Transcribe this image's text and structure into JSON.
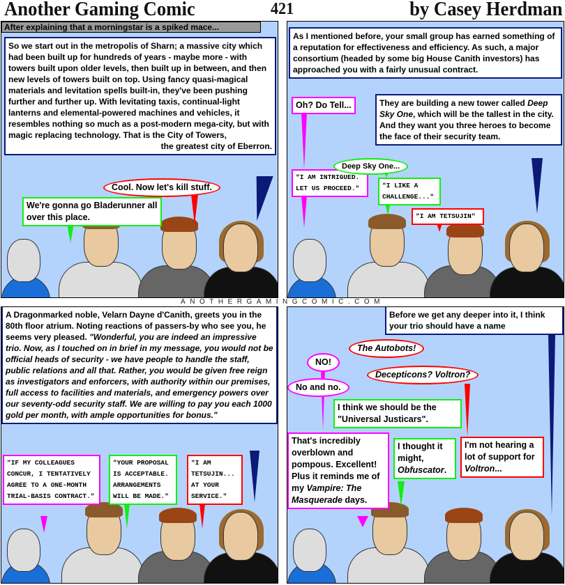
{
  "header": {
    "title": "Another Gaming Comic",
    "number": "421",
    "byline": "by Casey Herdman"
  },
  "footer": {
    "site": "ANOTHERGAMINGCOMIC.COM"
  },
  "panel1": {
    "caption_top": "After explaining that a morningstar is a spiked mace...",
    "narration": "So we start out in the metropolis of Sharn; a massive city which had been built up for hundreds of years - maybe more - with towers built upon older levels, then built up in between, and then new levels of towers built on top. Using fancy quasi-magical materials and levitation spells built-in, they've been pushing further and further up. With levitating taxis, continual-light lanterns and elemental-powered machines and vehicles, it resembles nothing so much as a post-modern mega-city, but with magic replacing technology. That is the City of Towers,",
    "narration_end": "the greatest city of Eberron.",
    "bubble_red": "Cool. Now let's kill stuff.",
    "bubble_green": "We're gonna go Bladerunner all over this place."
  },
  "panel2": {
    "narration": "As I mentioned before, your small group has earned something of a reputation for effectiveness and efficiency. As such, a major consortium (headed by some big House Canith investors) has approached you with a fairly unusual contract.",
    "narration2_a": "They are building a new tower called ",
    "narration2_em": "Deep Sky One",
    "narration2_b": ", which will be the tallest in the city. And they want you three heroes to become the face of their security team.",
    "pink_bubble": "Oh? Do Tell...",
    "pink_speech": "\"I AM INTRIGUED. LET US PROCEED.\"",
    "green_oval": "Deep Sky One...",
    "green_speech": "\"I LIKE A CHALLENGE...\"",
    "red_speech": "\"I AM TETSUJIN\""
  },
  "panel3": {
    "narration_a": "A Dragonmarked noble, Velarn Dayne d'Canith, greets you in the 80th floor atrium. Noting reactions of passers-by who see you, he seems very pleased. ",
    "narration_quote": "\"Wonderful, you are indeed an impressive trio. Now, as I touched on in brief in my message, you would not be official heads of security - we have people to handle the staff, public relations and all that. Rather, you would be given free reign as investigators and enforcers, with authority within our premises, full access to facilities and materials, and emergency powers over our seventy-odd security staff. We are willing to pay you each 1000 gold per month, with ample opportunities for bonus.\"",
    "pink_speech": "\"IF MY COLLEAGUES CONCUR, I TENTATIVELY AGREE TO A ONE-MONTH TRIAL-BASIS CONTRACT.\"",
    "green_speech": "\"YOUR PROPOSAL IS ACCEPTABLE. ARRANGEMENTS WILL BE MADE.\"",
    "red_speech": "\"I AM TETSUJIN... AT YOUR SERVICE.\""
  },
  "panel4": {
    "narration": "Before we get any deeper into it, I think your trio should have a name",
    "red_oval1": "The Autobots!",
    "red_oval2": "Decepticons? Voltron?",
    "pink_oval": "NO!",
    "pink_oval2": "No and no.",
    "green_box": "I think we should be the \"Universal Justicars\".",
    "pink_box_a": "That's incredibly overblown and pompous. Excellent! Plus it reminds me of my ",
    "pink_box_em": "Vampire: The Masquerade",
    "pink_box_b": " days.",
    "green_box2_a": "I thought it might, ",
    "green_box2_em": "Obfuscator",
    "green_box2_b": ".",
    "red_box_a": "I'm not hearing a lot of support for ",
    "red_box_em": "Voltron",
    "red_box_b": "..."
  }
}
